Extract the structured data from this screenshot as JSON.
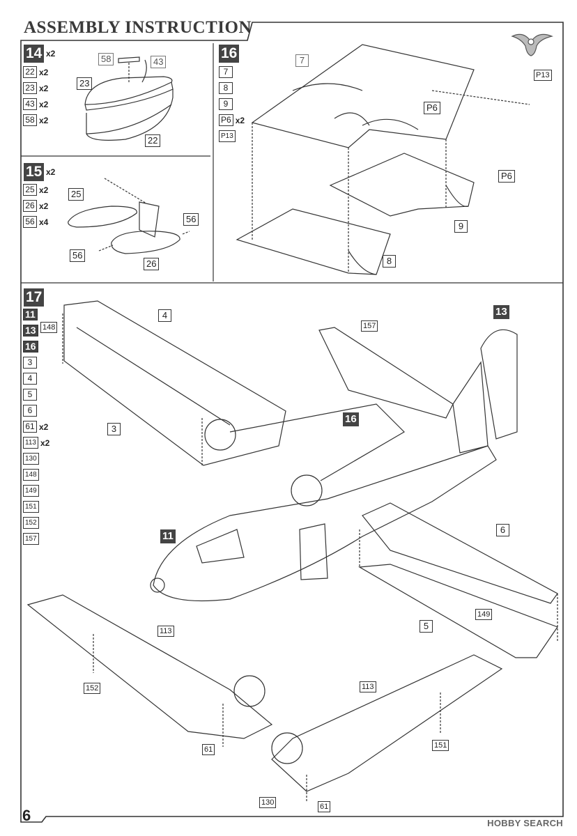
{
  "page": {
    "title": "ASSEMBLY INSTRUCTION",
    "page_number": "6",
    "watermark": "HOBBY SEARCH",
    "logo": "owl-logo"
  },
  "steps": {
    "s14": {
      "number": "14",
      "number_qty": "x2",
      "parts": [
        {
          "id": "22",
          "qty": "x2"
        },
        {
          "id": "23",
          "qty": "x2"
        },
        {
          "id": "43",
          "qty": "x2"
        },
        {
          "id": "58",
          "qty": "x2"
        }
      ],
      "callouts": {
        "c58": "58",
        "c43": "43",
        "c23": "23",
        "c22": "22"
      }
    },
    "s15": {
      "number": "15",
      "number_qty": "x2",
      "parts": [
        {
          "id": "25",
          "qty": "x2"
        },
        {
          "id": "26",
          "qty": "x2"
        },
        {
          "id": "56",
          "qty": "x4"
        }
      ],
      "callouts": {
        "c25": "25",
        "c56a": "56",
        "c56b": "56",
        "c26": "26"
      }
    },
    "s16": {
      "number": "16",
      "parts": [
        {
          "id": "7",
          "qty": ""
        },
        {
          "id": "8",
          "qty": ""
        },
        {
          "id": "9",
          "qty": ""
        },
        {
          "id": "P6",
          "qty": "x2"
        },
        {
          "id": "P13",
          "qty": ""
        }
      ],
      "callouts": {
        "c7": "7",
        "c9": "9",
        "c8": "8",
        "p6a": "P6",
        "p6b": "P6",
        "p13": "P13"
      }
    },
    "s17": {
      "number": "17",
      "parts": [
        {
          "id": "11",
          "qty": "",
          "dark": true
        },
        {
          "id": "13",
          "qty": "",
          "dark": true
        },
        {
          "id": "16",
          "qty": "",
          "dark": true
        },
        {
          "id": "3",
          "qty": ""
        },
        {
          "id": "4",
          "qty": ""
        },
        {
          "id": "5",
          "qty": ""
        },
        {
          "id": "6",
          "qty": ""
        },
        {
          "id": "61",
          "qty": "x2"
        },
        {
          "id": "113",
          "qty": "x2"
        },
        {
          "id": "130",
          "qty": ""
        },
        {
          "id": "148",
          "qty": ""
        },
        {
          "id": "149",
          "qty": ""
        },
        {
          "id": "151",
          "qty": ""
        },
        {
          "id": "152",
          "qty": ""
        },
        {
          "id": "157",
          "qty": ""
        }
      ],
      "callouts": {
        "c148": "148",
        "c4": "4",
        "c157": "157",
        "c13": "13",
        "c3": "3",
        "c16": "16",
        "c6": "6",
        "c11": "11",
        "c149": "149",
        "c5": "5",
        "c113a": "113",
        "c152": "152",
        "c61a": "61",
        "c113b": "113",
        "c151": "151",
        "c130": "130",
        "c61b": "61"
      }
    }
  }
}
